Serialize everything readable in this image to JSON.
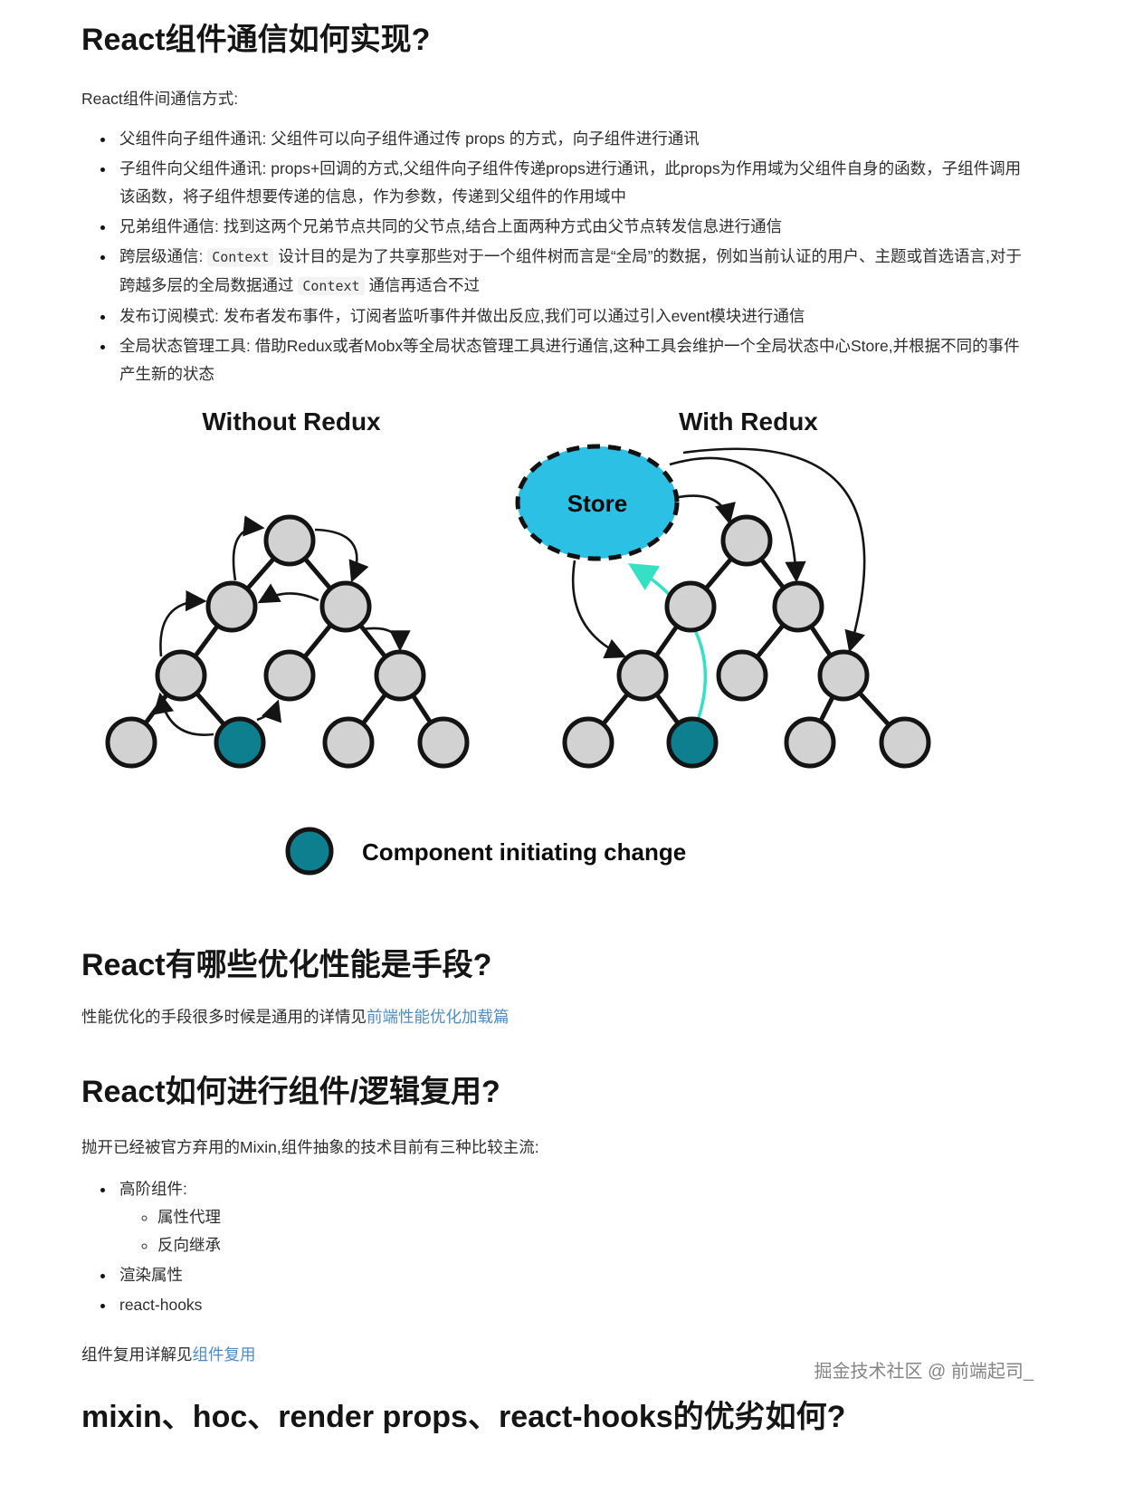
{
  "section1": {
    "title": "React组件通信如何实现?",
    "intro": "React组件间通信方式:",
    "bullets": [
      [
        {
          "text": "父组件向子组件通讯: 父组件可以向子组件通过传 props 的方式，向子组件进行通讯"
        }
      ],
      [
        {
          "text": "子组件向父组件通讯: props+回调的方式,父组件向子组件传递props进行通讯，此props为作用域为父组件自身的函数，子组件调用该函数，将子组件想要传递的信息，作为参数，传递到父组件的作用域中"
        }
      ],
      [
        {
          "text": "兄弟组件通信: 找到这两个兄弟节点共同的父节点,结合上面两种方式由父节点转发信息进行通信"
        }
      ],
      [
        {
          "text": "跨层级通信: "
        },
        {
          "code": "Context"
        },
        {
          "text": " 设计目的是为了共享那些对于一个组件树而言是“全局”的数据，例如当前认证的用户、主题或首选语言,对于跨越多层的全局数据通过 "
        },
        {
          "code": "Context"
        },
        {
          "text": " 通信再适合不过"
        }
      ],
      [
        {
          "text": "发布订阅模式: 发布者发布事件，订阅者监听事件并做出反应,我们可以通过引入event模块进行通信"
        }
      ],
      [
        {
          "text": "全局状态管理工具: 借助Redux或者Mobx等全局状态管理工具进行通信,这种工具会维护一个全局状态中心Store,并根据不同的事件产生新的状态"
        }
      ]
    ]
  },
  "diagram": {
    "left_title": "Without Redux",
    "right_title": "With Redux",
    "store_label": "Store",
    "legend_label": "Component initiating change",
    "colors": {
      "node_fill": "#d2d2d2",
      "node_stroke": "#141414",
      "active_fill": "#0e7f8f",
      "store_fill": "#2bc0e4",
      "dispatch_arrow": "#35e0c4"
    }
  },
  "section2": {
    "title": "React有哪些优化性能是手段?",
    "text": "性能优化的手段很多时候是通用的详情见",
    "link_label": "前端性能优化加载篇"
  },
  "section3": {
    "title": "React如何进行组件/逻辑复用?",
    "intro": "抛开已经被官方弃用的Mixin,组件抽象的技术目前有三种比较主流:",
    "items": [
      {
        "label": "高阶组件:",
        "children": [
          "属性代理",
          "反向继承"
        ]
      },
      {
        "label": "渲染属性"
      },
      {
        "label": "react-hooks"
      }
    ],
    "text": "组件复用详解见",
    "link_label": "组件复用"
  },
  "section4": {
    "title": "mixin、hoc、render props、react-hooks的优劣如何?"
  },
  "watermark": "掘金技术社区 @ 前端起司_"
}
